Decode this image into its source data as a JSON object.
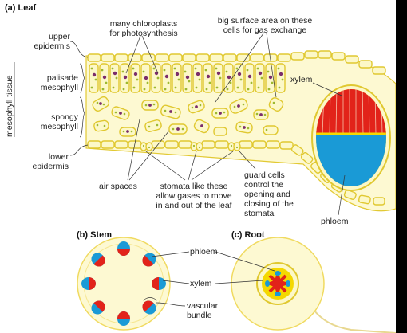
{
  "panels": {
    "leaf": {
      "title": "(a) Leaf",
      "labels": {
        "many_chloroplasts": "many chloroplasts\nfor photosynthesis",
        "big_surface": "big surface area on these\ncells for gas exchange",
        "upper_epidermis": "upper\nepidermis",
        "mesophyll_tissue": "mesophyll tissue",
        "palisade": "palisade\nmesophyll",
        "spongy": "spongy\nmesophyll",
        "lower_epidermis": "lower\nepidermis",
        "xylem": "xylem",
        "air_spaces": "air spaces",
        "stomata": "stomata like these\nallow gases to move\nin and out of the leaf",
        "guard_cells": "guard cells\ncontrol the\nopening and\nclosing of the\nstomata",
        "phloem": "phloem"
      }
    },
    "stem": {
      "title": "(b) Stem",
      "labels": {
        "phloem": "phloem",
        "xylem": "xylem",
        "vascular_bundle": "vascular\nbundle"
      }
    },
    "root": {
      "title": "(c) Root"
    }
  },
  "colors": {
    "cell_fill": "#fcf8c8",
    "cell_outline": "#e0c830",
    "chloroplast": "#9db830",
    "nucleus": "#7b2d6b",
    "xylem_red": "#e2231a",
    "phloem_blue": "#1a9ad6",
    "vein_ring": "#f4d800",
    "leaf_body": "#fdf9d2"
  }
}
